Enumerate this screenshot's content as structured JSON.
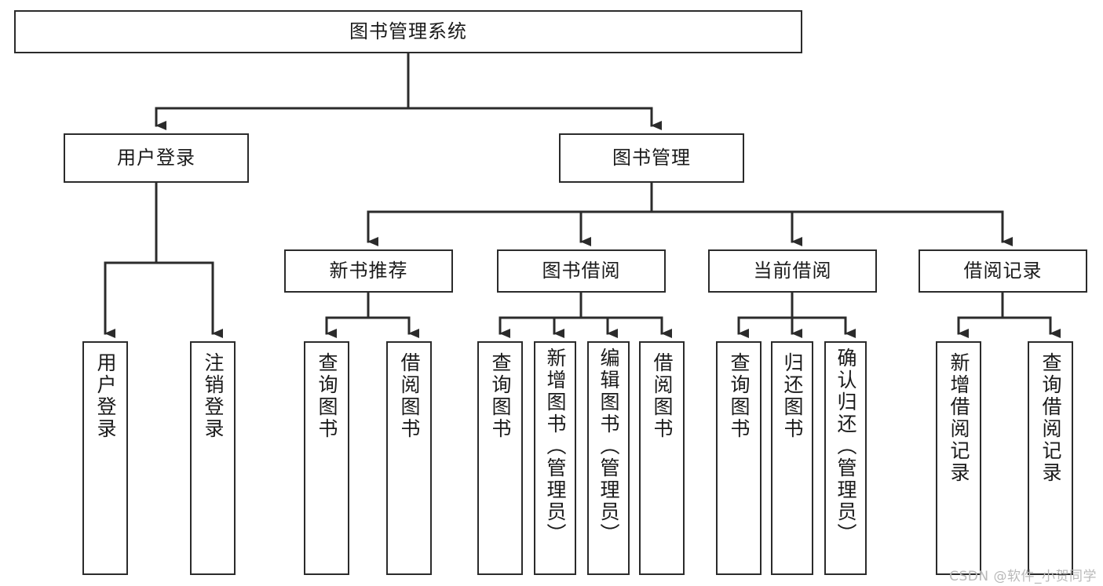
{
  "diagram": {
    "type": "tree-hierarchy-chart",
    "title": "图书管理系统",
    "watermark": "CSDN @软件_小贺同学",
    "colors": {
      "stroke": "#2b2b2b",
      "fill": "#ffffff",
      "text": "#1a1a1a",
      "watermark": "#b9b9b9"
    },
    "levels": {
      "root": {
        "label": "图书管理系统"
      },
      "level2": [
        {
          "id": "user-login",
          "label": "用户登录"
        },
        {
          "id": "book-management",
          "label": "图书管理"
        }
      ],
      "level3": [
        {
          "id": "new-book-recommend",
          "label": "新书推荐",
          "parent": "book-management"
        },
        {
          "id": "book-borrow",
          "label": "图书借阅",
          "parent": "book-management"
        },
        {
          "id": "current-borrow",
          "label": "当前借阅",
          "parent": "book-management"
        },
        {
          "id": "borrow-record",
          "label": "借阅记录",
          "parent": "book-management"
        }
      ],
      "leaves": [
        {
          "id": "leaf-user-login",
          "label": "用户登录",
          "parent": "user-login"
        },
        {
          "id": "leaf-logout",
          "label": "注销登录",
          "parent": "user-login"
        },
        {
          "id": "leaf-query-book-1",
          "label": "查询图书",
          "parent": "new-book-recommend"
        },
        {
          "id": "leaf-borrow-book-1",
          "label": "借阅图书",
          "parent": "new-book-recommend"
        },
        {
          "id": "leaf-query-book-2",
          "label": "查询图书",
          "parent": "book-borrow"
        },
        {
          "id": "leaf-add-book",
          "label": "新增图书（管理员）",
          "parent": "book-borrow"
        },
        {
          "id": "leaf-edit-book",
          "label": "编辑图书（管理员）",
          "parent": "book-borrow"
        },
        {
          "id": "leaf-borrow-book-2",
          "label": "借阅图书",
          "parent": "book-borrow"
        },
        {
          "id": "leaf-query-book-3",
          "label": "查询图书",
          "parent": "current-borrow"
        },
        {
          "id": "leaf-return-book",
          "label": "归还图书",
          "parent": "current-borrow"
        },
        {
          "id": "leaf-confirm-return",
          "label": "确认归还（管理员）",
          "parent": "current-borrow"
        },
        {
          "id": "leaf-add-record",
          "label": "新增借阅记录",
          "parent": "borrow-record"
        },
        {
          "id": "leaf-query-record",
          "label": "查询借阅记录",
          "parent": "borrow-record"
        }
      ]
    }
  }
}
